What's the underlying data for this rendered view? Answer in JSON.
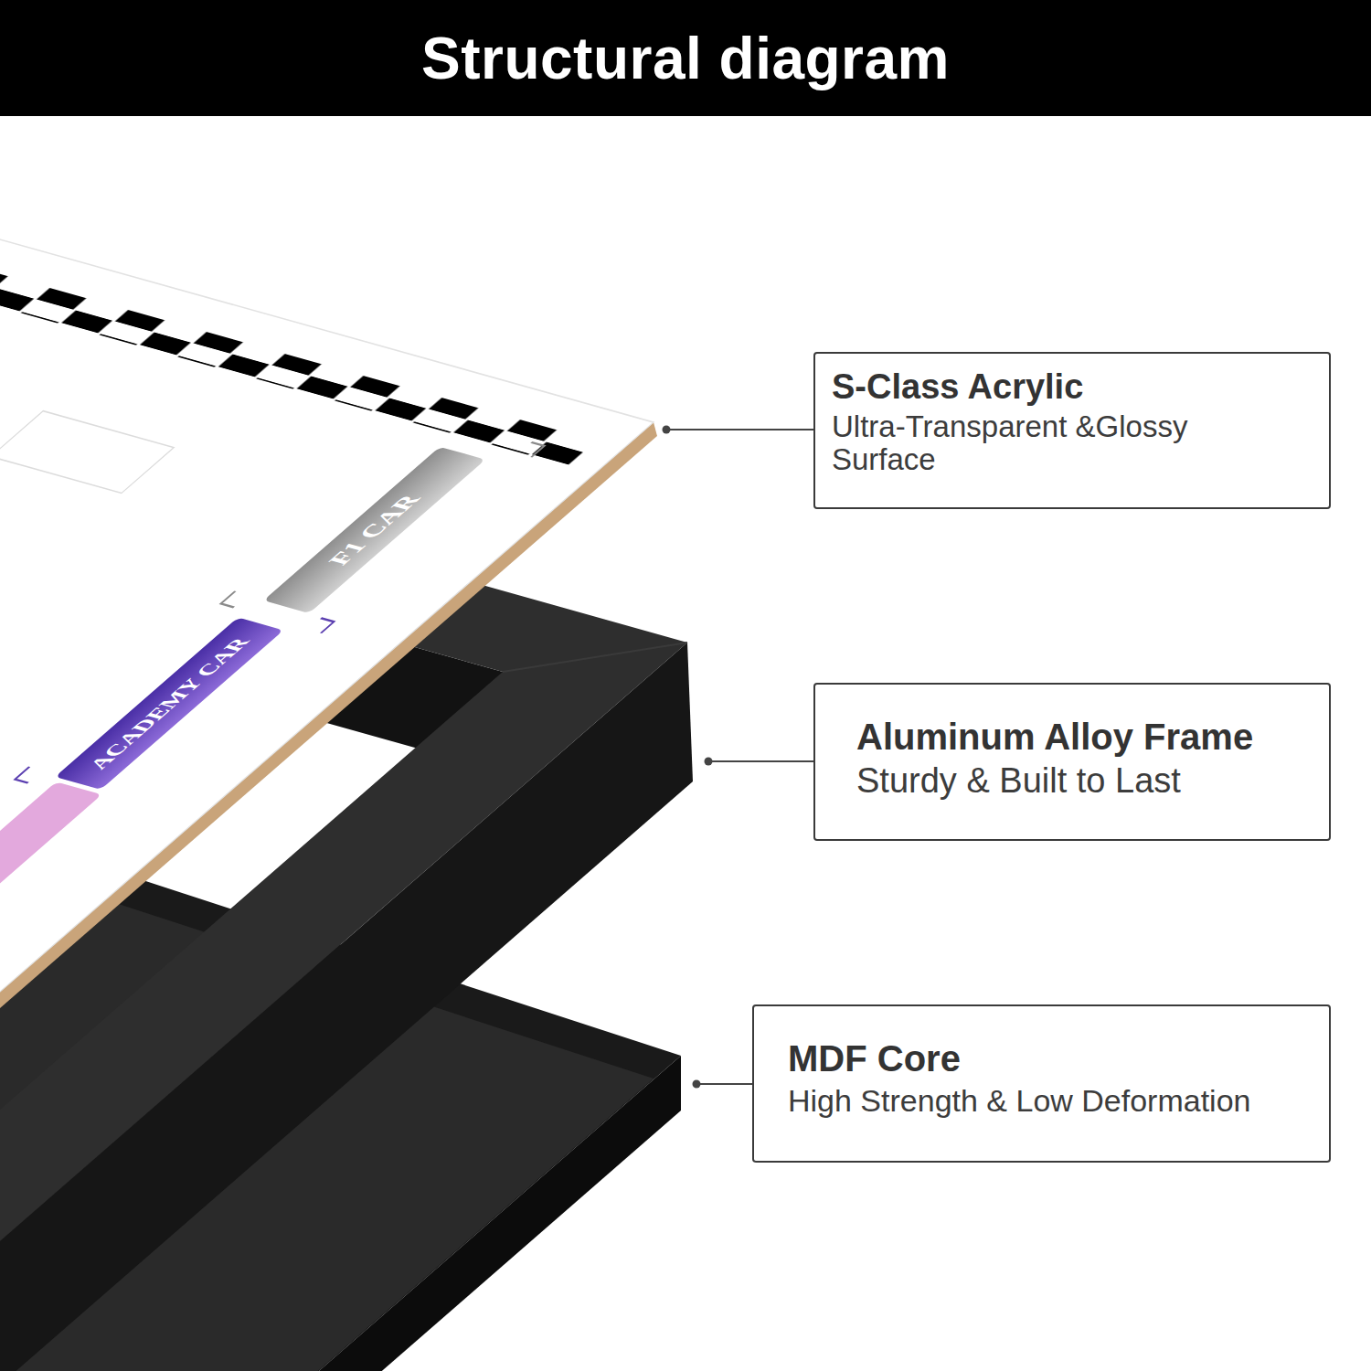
{
  "diagram": {
    "title": "Structural diagram",
    "nodes": [
      {
        "text": [
          "S-Class Acrylic",
          "Ultra-Transparent &Glossy Surface"
        ]
      },
      {
        "text": [
          "Aluminum Alloy Frame",
          "Sturdy & Built to Last"
        ]
      },
      {
        "text": [
          "MDF Core",
          "High Strength & Low Deformation"
        ]
      }
    ],
    "labels": [
      "F1 CAR",
      "ACADEMY CAR"
    ]
  }
}
